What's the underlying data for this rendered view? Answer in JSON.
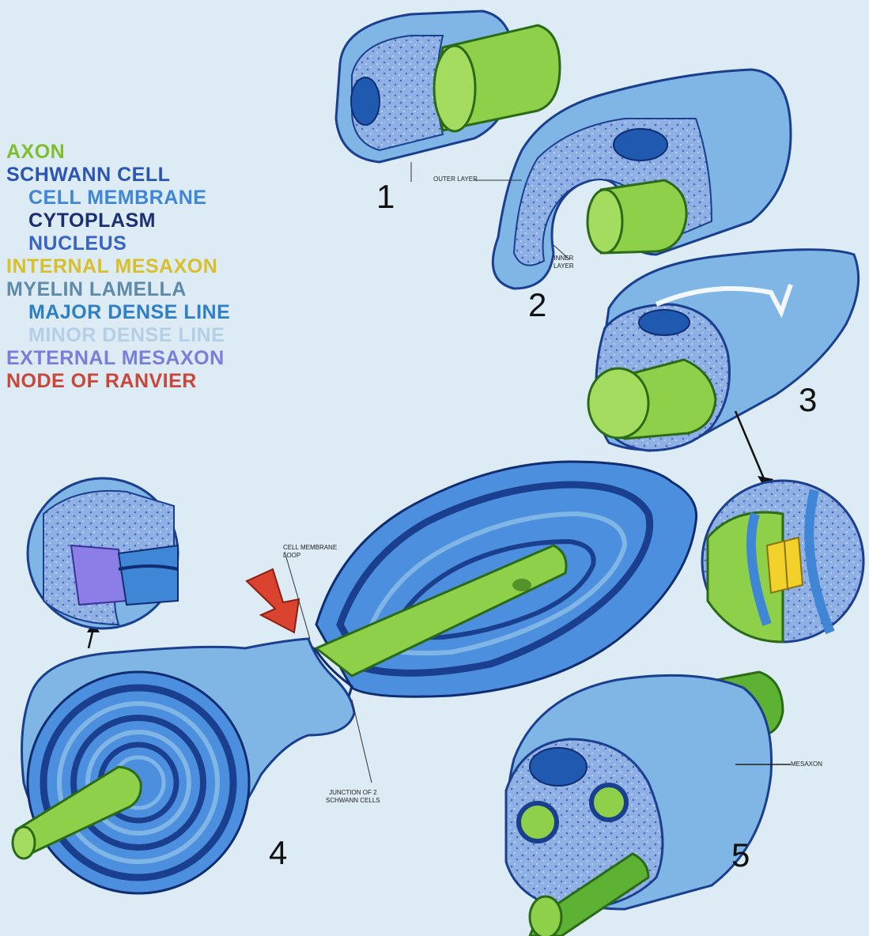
{
  "legend": {
    "axon": {
      "label": "AXON",
      "color": "#7fbf2e"
    },
    "schwann_cell": {
      "label": "SCHWANN CELL",
      "color": "#2a55b5"
    },
    "cell_membrane": {
      "label": "CELL MEMBRANE",
      "color": "#3f86d6"
    },
    "cytoplasm": {
      "label": "CYTOPLASM",
      "color": "#1c2f73"
    },
    "nucleus": {
      "label": "NUCLEUS",
      "color": "#3b63c4"
    },
    "internal_mesaxon": {
      "label": "INTERNAL MESAXON",
      "color": "#d9c02a"
    },
    "myelin_lamella": {
      "label": "MYELIN LAMELLA",
      "color": "#5f8aa8"
    },
    "major_dense_line": {
      "label": "MAJOR DENSE LINE",
      "color": "#2f7fc8"
    },
    "minor_dense_line": {
      "label": "MINOR DENSE LINE",
      "color": "#b5cfe6"
    },
    "external_mesaxon": {
      "label": "EXTERNAL MESAXON",
      "color": "#7a7ed8"
    },
    "node_of_ranvier": {
      "label": "NODE OF RANVIER",
      "color": "#c8473a"
    }
  },
  "stages": [
    "1",
    "2",
    "3",
    "4",
    "5"
  ],
  "callouts": {
    "outer_layer": "OUTER LAYER",
    "inner_layer_1": "INNER",
    "inner_layer_2": "LAYER",
    "cell_membrane_loop_1": "CELL MEMBRANE",
    "cell_membrane_loop_2": "LOOP",
    "junction_1": "JUNCTION OF 2",
    "junction_2": "SCHWANN CELLS",
    "mesaxon": "MESAXON"
  }
}
